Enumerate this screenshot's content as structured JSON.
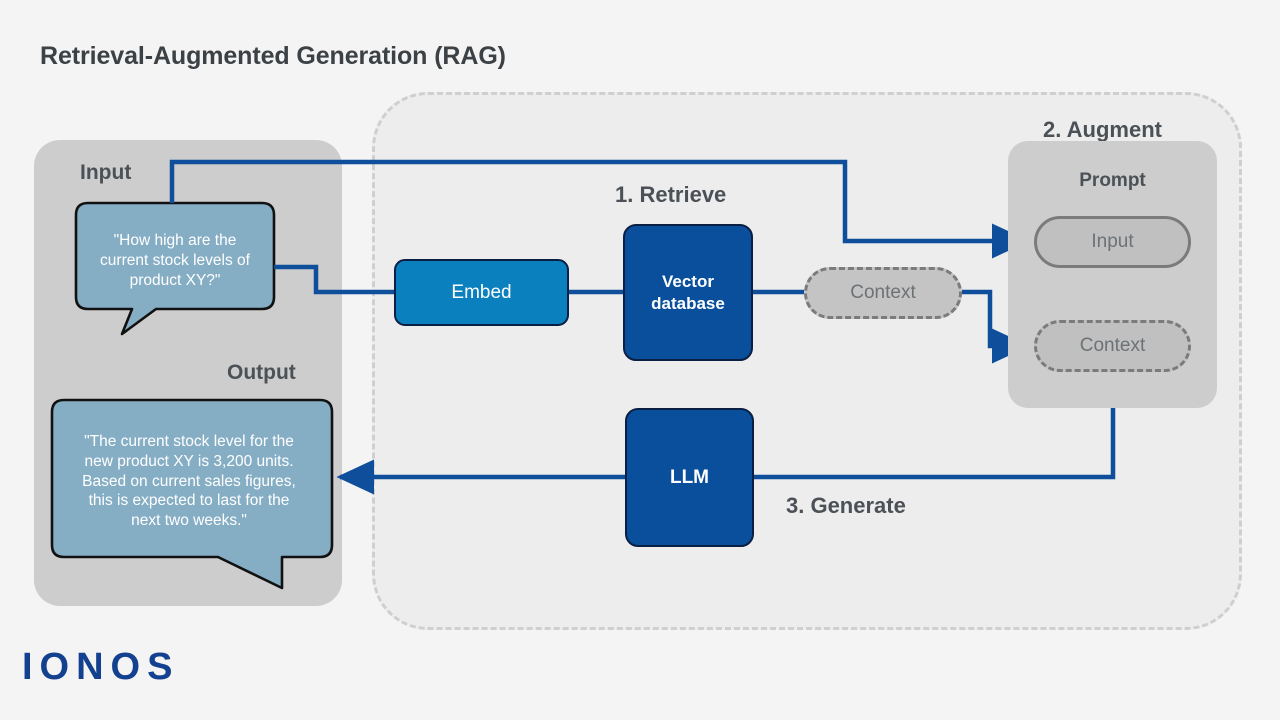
{
  "title": "Retrieval-Augmented Generation (RAG)",
  "brand": {
    "logo_text": "IONOS",
    "logo_color": "#14418f"
  },
  "colors": {
    "page_background": "#f4f4f4",
    "pipeline_fill": "#ededed",
    "pipeline_border": "#cfcfcf",
    "panel_gray": "#cdcdcd",
    "pill_gray": "#c4c4c4",
    "pill_border_gray": "#7b7b7b",
    "bubble_fill": "#85aec5",
    "bubble_border": "#111111",
    "accent_navy": "#0a4f9c",
    "accent_blue": "#0b80bf",
    "connector_blue": "#0e4e9b",
    "heading_gray": "#4b5156",
    "title_gray": "#3b4145"
  },
  "io_panel": {
    "input_label": "Input",
    "output_label": "Output",
    "input_bubble_text": "\"How high are the\ncurrent stock levels of\nproduct XY?\"",
    "output_bubble_text": "\"The current stock level for the\nnew product XY is 3,200 units.\nBased on current sales figures,\nthis is expected to last for the\nnext two weeks.\""
  },
  "steps": {
    "retrieve": "1. Retrieve",
    "augment": "2. Augment",
    "generate": "3. Generate"
  },
  "nodes": {
    "embed": "Embed",
    "vector_database": "Vector\ndatabase",
    "llm": "LLM",
    "context_standalone": "Context"
  },
  "prompt_panel": {
    "title": "Prompt",
    "input_pill": "Input",
    "context_pill": "Context"
  }
}
